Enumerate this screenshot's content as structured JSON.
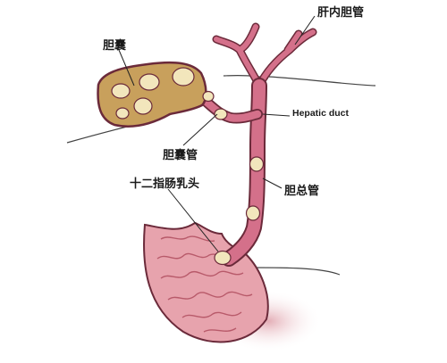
{
  "labels": {
    "gallbladder": "胆囊",
    "intrahepatic_ducts": "肝内胆管",
    "hepatic_duct": "Hepatic duct",
    "cystic_duct": "胆囊管",
    "common_bile_duct": "胆总管",
    "duodenal_papilla": "十二指肠乳头"
  },
  "colors": {
    "duct_fill": "#d4708a",
    "duct_outline": "#6b2a3a",
    "gallbladder_fill": "#c8a05c",
    "stone_fill": "#f2e6bc",
    "duodenum_fill": "#e7a3ad",
    "duodenum_fold": "#b85a6a"
  }
}
